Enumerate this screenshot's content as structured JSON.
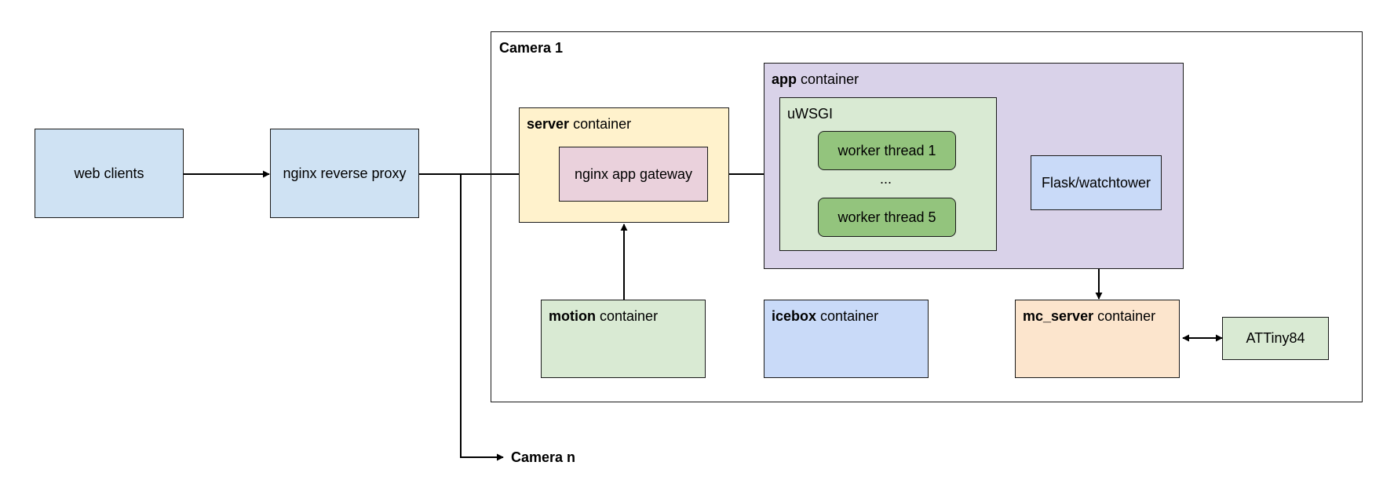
{
  "camera_1": {
    "label": "Camera 1"
  },
  "camera_n": {
    "label": "Camera n"
  },
  "web_clients": {
    "label": "web clients"
  },
  "nginx_reverse_proxy": {
    "label": "nginx reverse proxy"
  },
  "server_container": {
    "name": "server",
    "suffix": "container"
  },
  "nginx_app_gateway": {
    "label": "nginx app gateway"
  },
  "app_container": {
    "name": "app",
    "suffix": "container"
  },
  "uwsgi": {
    "label": "uWSGI"
  },
  "worker_1": {
    "label": "worker thread 1"
  },
  "worker_ellipsis": {
    "label": "..."
  },
  "worker_5": {
    "label": "worker thread 5"
  },
  "flask": {
    "label": "Flask/watchtower"
  },
  "motion_container": {
    "name": "motion",
    "suffix": "container"
  },
  "icebox_container": {
    "name": "icebox",
    "suffix": "container"
  },
  "mc_server_container": {
    "name": "mc_server",
    "suffix": "container"
  },
  "attiny": {
    "label": "ATTiny84"
  },
  "colors": {
    "blue_box": "#cfe2f3",
    "server_yellow": "#fff2cc",
    "gateway_pink": "#ead1dc",
    "app_purple": "#d9d2e9",
    "light_green": "#d9ead3",
    "worker_green": "#93c47d",
    "flask_blue": "#c9daf8",
    "mc_orange": "#fce5cd"
  }
}
